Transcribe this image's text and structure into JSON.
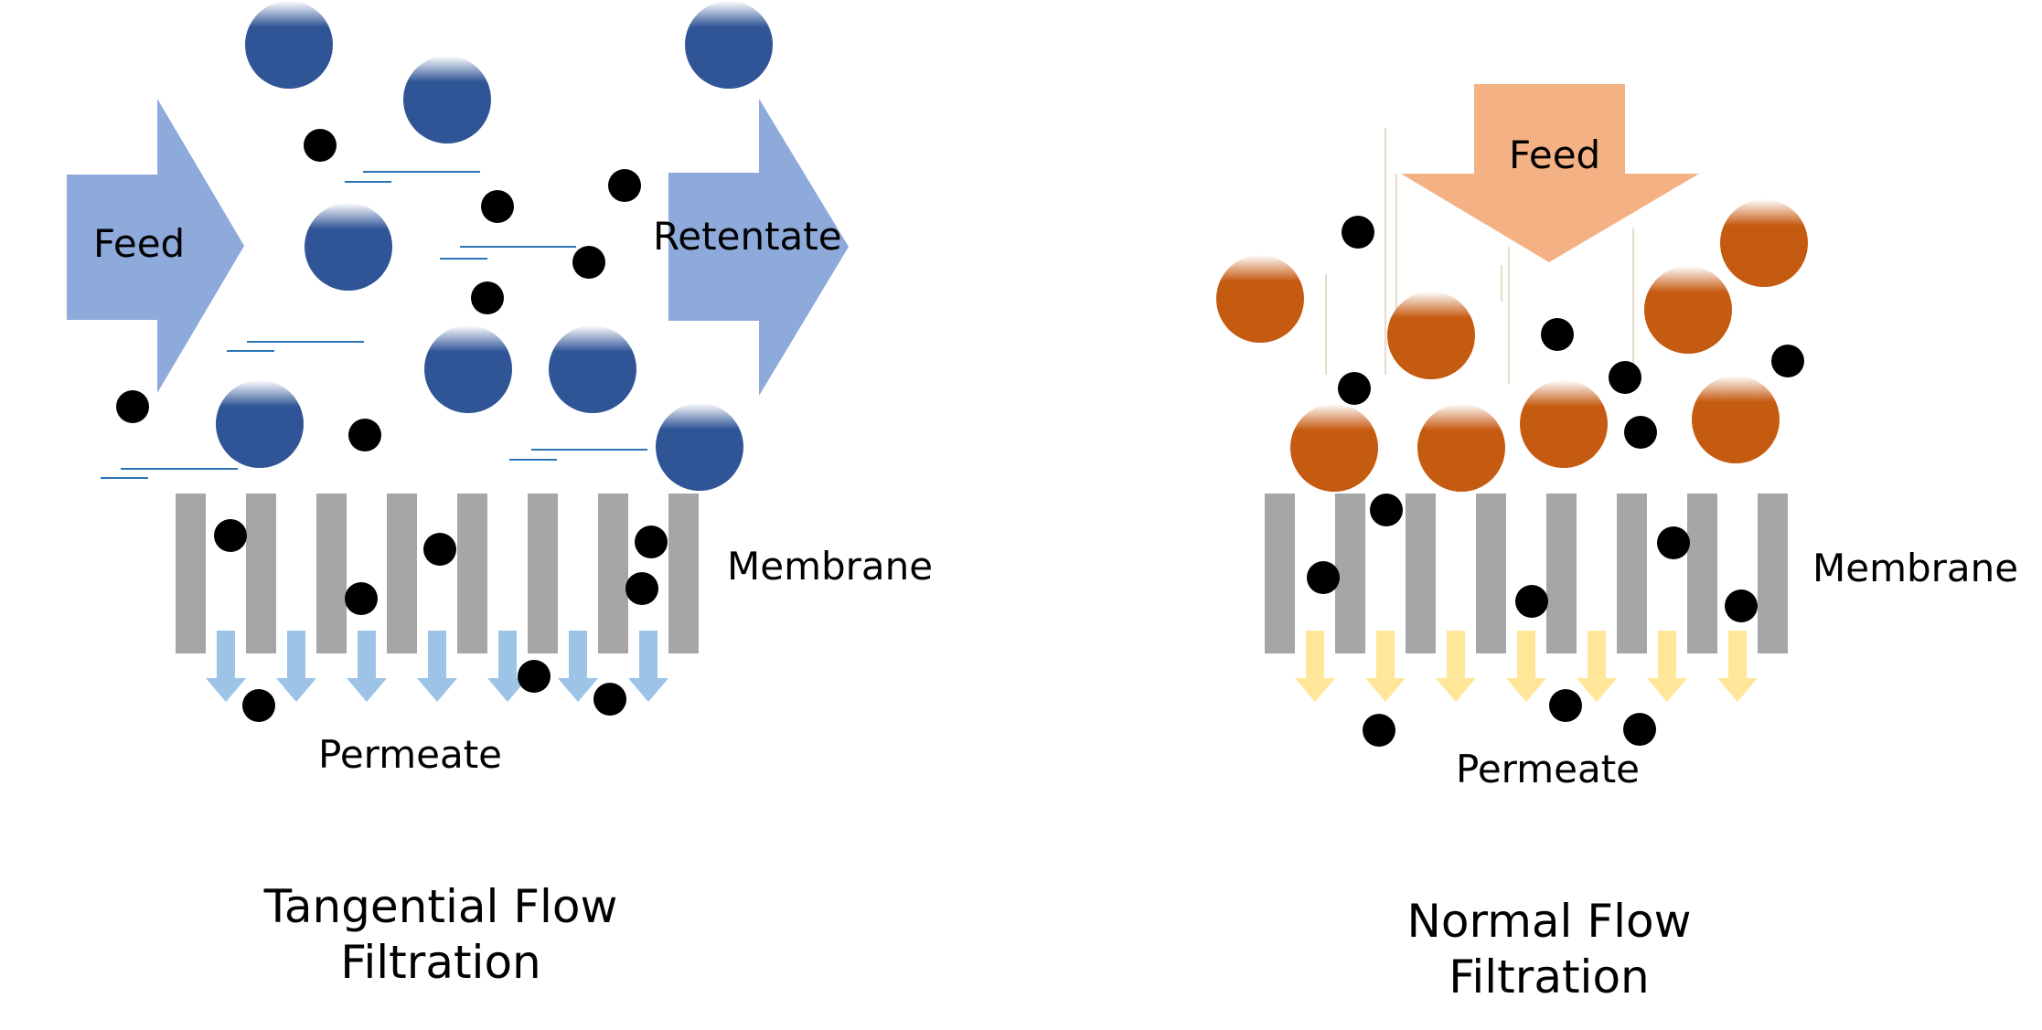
{
  "tff": {
    "feed_label": "Feed",
    "retentate_label": "Retentate",
    "membrane_label": "Membrane",
    "permeate_label": "Permeate",
    "title_line1": "Tangential Flow",
    "title_line2": "Filtration"
  },
  "nff": {
    "feed_label": "Feed",
    "membrane_label": "Membrane",
    "permeate_label": "Permeate",
    "title_line1": "Normal Flow",
    "title_line2": "Filtration"
  },
  "colors": {
    "tff_feed_arrow": "#8eaadb",
    "nff_feed_arrow": "#f4b183",
    "large_particle_blue": "#2f5597",
    "large_particle_orange": "#c55a11",
    "small_particle": "#000000",
    "membrane": "#a6a6a6",
    "permeate_arrow_blue": "#9dc3e6",
    "permeate_arrow_yellow": "#ffe699",
    "flow_line": "#2e75b6"
  }
}
